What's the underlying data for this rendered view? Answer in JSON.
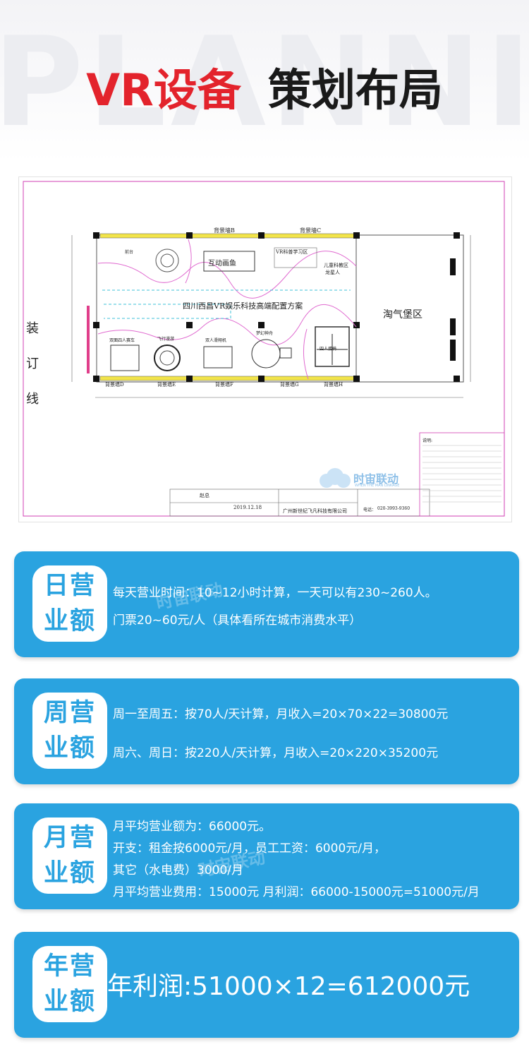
{
  "header": {
    "bg_word": "PLANNIN",
    "title_red": "VR设备",
    "title_black": "策划布局"
  },
  "drawing": {
    "side_text": [
      "装",
      "订",
      "线"
    ],
    "walls_top": [
      "背景墙B",
      "背景墙C"
    ],
    "walls_bottom": [
      "背景墙D",
      "背景墙E",
      "背景墙F",
      "背景墙G",
      "背景墙H"
    ],
    "zone_interactive": "互动画鱼",
    "zone_vr_science": "VR科普学习区",
    "zone_kids": "儿童科教区",
    "kids_sub": "龙星人",
    "project_title": "四川西昌VR娱乐科技高端配置方案",
    "naughty_castle": "淘气堡区",
    "front_desk": "前台",
    "device_1": "双面四人赛车",
    "device_2": "飞行漫游",
    "device_3": "双人滑翔机",
    "device_4": "梦幻神舟",
    "device_5": "四人蛋椅",
    "draw_date": "2019.12.18",
    "drawer": "赵总",
    "company": "广州新世纪飞凡科技有限公司",
    "phone_label": "电话：",
    "phone": "020-3993-9360",
    "notes_title": "说明:",
    "logo_text": "时宙联动",
    "logo_sub": "WHEN THE MAN LINKAGE"
  },
  "cards": {
    "daily": {
      "badge": [
        "日营",
        "业额"
      ],
      "lines": [
        "每天营业时间：10~12小时计算，一天可以有230~260人。",
        "门票20~60元/人（具体看所在城市消费水平）"
      ]
    },
    "weekly": {
      "badge": [
        "周营",
        "业额"
      ],
      "lines": [
        "周一至周五：按70人/天计算，月收入=20×70×22=30800元",
        "周六、周日：按220人/天计算，月收入=20×220×35200元"
      ]
    },
    "monthly": {
      "badge": [
        "月营",
        "业额"
      ],
      "lines": [
        "月平均营业额为：66000元。",
        "开支：租金按6000元/月，员工工资：6000元/月，",
        "其它（水电费）3000/月",
        "月平均营业费用：15000元 月利润：66000-15000元=51000元/月"
      ]
    },
    "yearly": {
      "badge": [
        "年营",
        "业额"
      ],
      "lines": [
        "年利润:51000×12=612000元"
      ]
    }
  },
  "watermark": "时宙联动",
  "colors": {
    "accent_blue": "#2aa3e0",
    "title_red": "#e3232c",
    "border_magenta": "#d23fb4"
  }
}
